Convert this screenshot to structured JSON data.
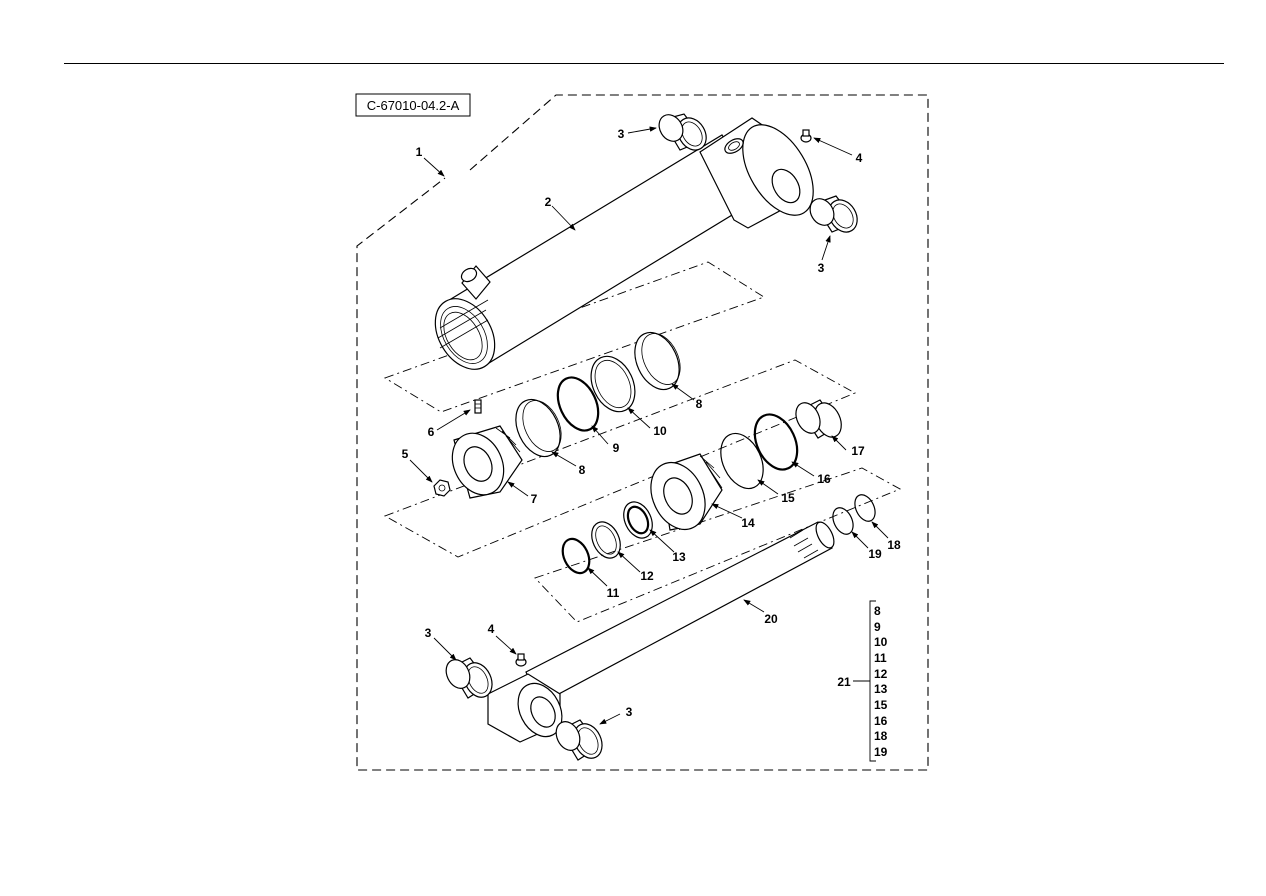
{
  "figure": {
    "id": "C-67010-04.2-A"
  },
  "callouts": [
    {
      "key": "c1",
      "label": "1"
    },
    {
      "key": "c2",
      "label": "2"
    },
    {
      "key": "c3a",
      "label": "3"
    },
    {
      "key": "c3b",
      "label": "3"
    },
    {
      "key": "c3c",
      "label": "3"
    },
    {
      "key": "c3d",
      "label": "3"
    },
    {
      "key": "c4a",
      "label": "4"
    },
    {
      "key": "c4b",
      "label": "4"
    },
    {
      "key": "c5",
      "label": "5"
    },
    {
      "key": "c6",
      "label": "6"
    },
    {
      "key": "c7",
      "label": "7"
    },
    {
      "key": "c8a",
      "label": "8"
    },
    {
      "key": "c8b",
      "label": "8"
    },
    {
      "key": "c9",
      "label": "9"
    },
    {
      "key": "c10",
      "label": "10"
    },
    {
      "key": "c11",
      "label": "11"
    },
    {
      "key": "c12",
      "label": "12"
    },
    {
      "key": "c13",
      "label": "13"
    },
    {
      "key": "c14",
      "label": "14"
    },
    {
      "key": "c15",
      "label": "15"
    },
    {
      "key": "c16",
      "label": "16"
    },
    {
      "key": "c17",
      "label": "17"
    },
    {
      "key": "c18",
      "label": "18"
    },
    {
      "key": "c19",
      "label": "19"
    },
    {
      "key": "c20",
      "label": "20"
    }
  ],
  "kit": {
    "label": "21",
    "items": [
      "8",
      "9",
      "10",
      "11",
      "12",
      "13",
      "15",
      "16",
      "18",
      "19"
    ]
  }
}
